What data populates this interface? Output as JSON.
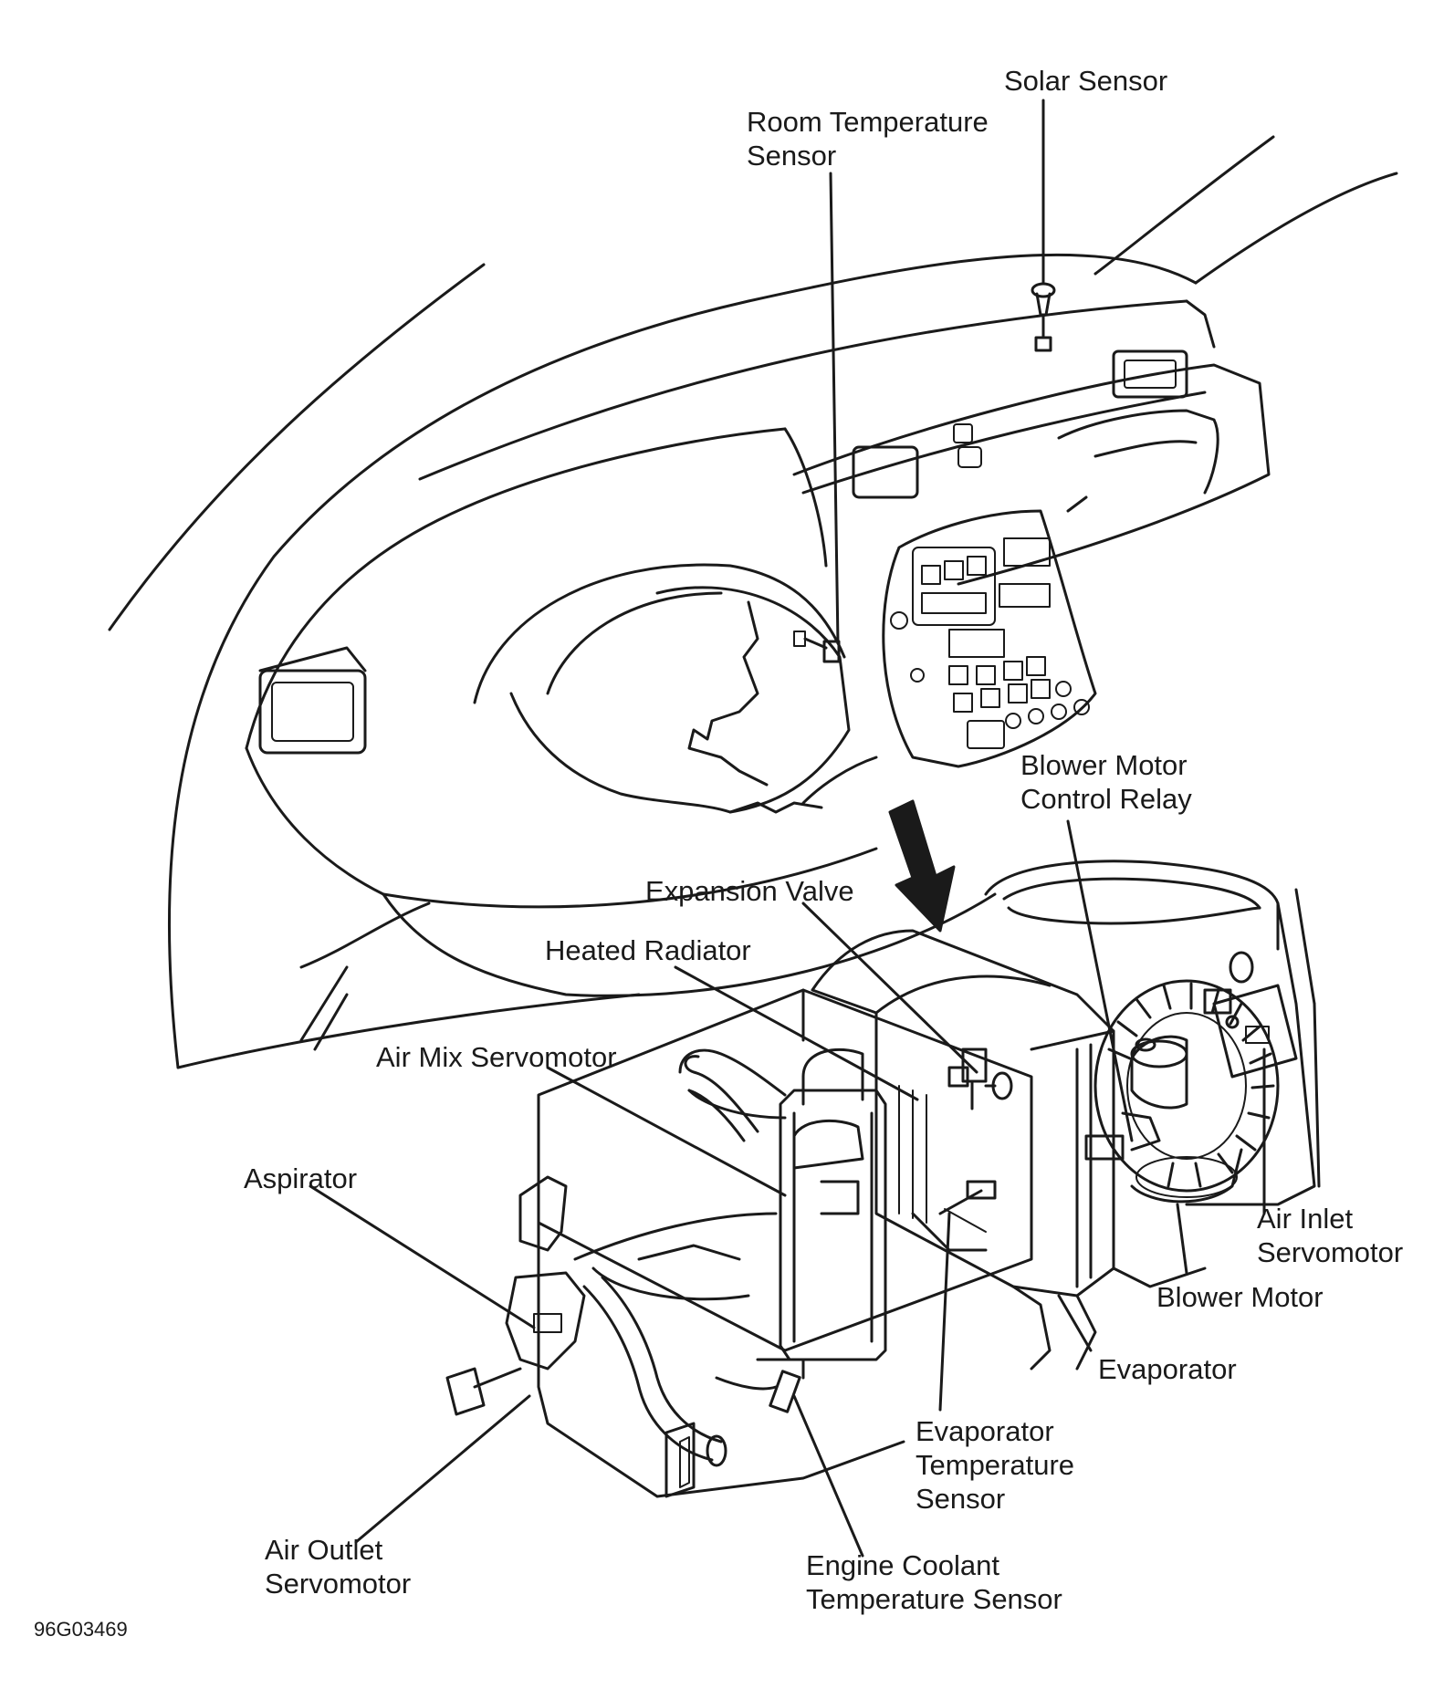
{
  "labels": {
    "solar_sensor": "Solar Sensor",
    "room_temp_1": "Room Temperature",
    "room_temp_2": "Sensor",
    "blower_relay_1": "Blower Motor",
    "blower_relay_2": "Control Relay",
    "expansion_valve": "Expansion Valve",
    "heated_radiator": "Heated Radiator",
    "air_mix": "Air Mix Servomotor",
    "aspirator": "Aspirator",
    "air_inlet_1": "Air Inlet",
    "air_inlet_2": "Servomotor",
    "blower_motor": "Blower Motor",
    "evaporator": "Evaporator",
    "evap_temp_1": "Evaporator",
    "evap_temp_2": "Temperature",
    "evap_temp_3": "Sensor",
    "air_outlet_1": "Air Outlet",
    "air_outlet_2": "Servomotor",
    "coolant_1": "Engine Coolant",
    "coolant_2": "Temperature Sensor"
  },
  "figure_code": "96G03469"
}
